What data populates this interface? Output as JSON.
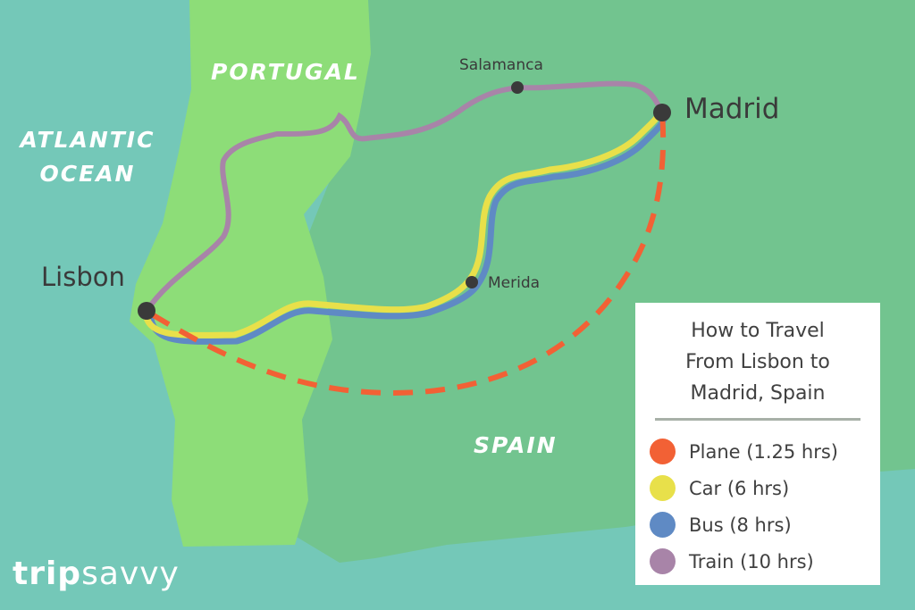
{
  "labels": {
    "ocean": [
      "Atlantic",
      "Ocean"
    ],
    "portugal": "Portugal",
    "spain": "Spain"
  },
  "cities": {
    "lisbon": "Lisbon",
    "madrid": "Madrid",
    "salamanca": "Salamanca",
    "merida": "Merida"
  },
  "legend": {
    "title": [
      "How to Travel",
      "From Lisbon to",
      "Madrid, Spain"
    ],
    "items": [
      {
        "label": "Plane (1.25 hrs)",
        "color": "#f26135"
      },
      {
        "label": "Car (6 hrs)",
        "color": "#e8e04a"
      },
      {
        "label": "Bus (8 hrs)",
        "color": "#5f8ac4"
      },
      {
        "label": "Train (10 hrs)",
        "color": "#a884a8"
      }
    ]
  },
  "logo": {
    "part1": "trip",
    "part2": "savvy"
  },
  "colors": {
    "ocean": "#74c8b8",
    "portugal": "#8ddd78",
    "spain": "#72c48f"
  }
}
